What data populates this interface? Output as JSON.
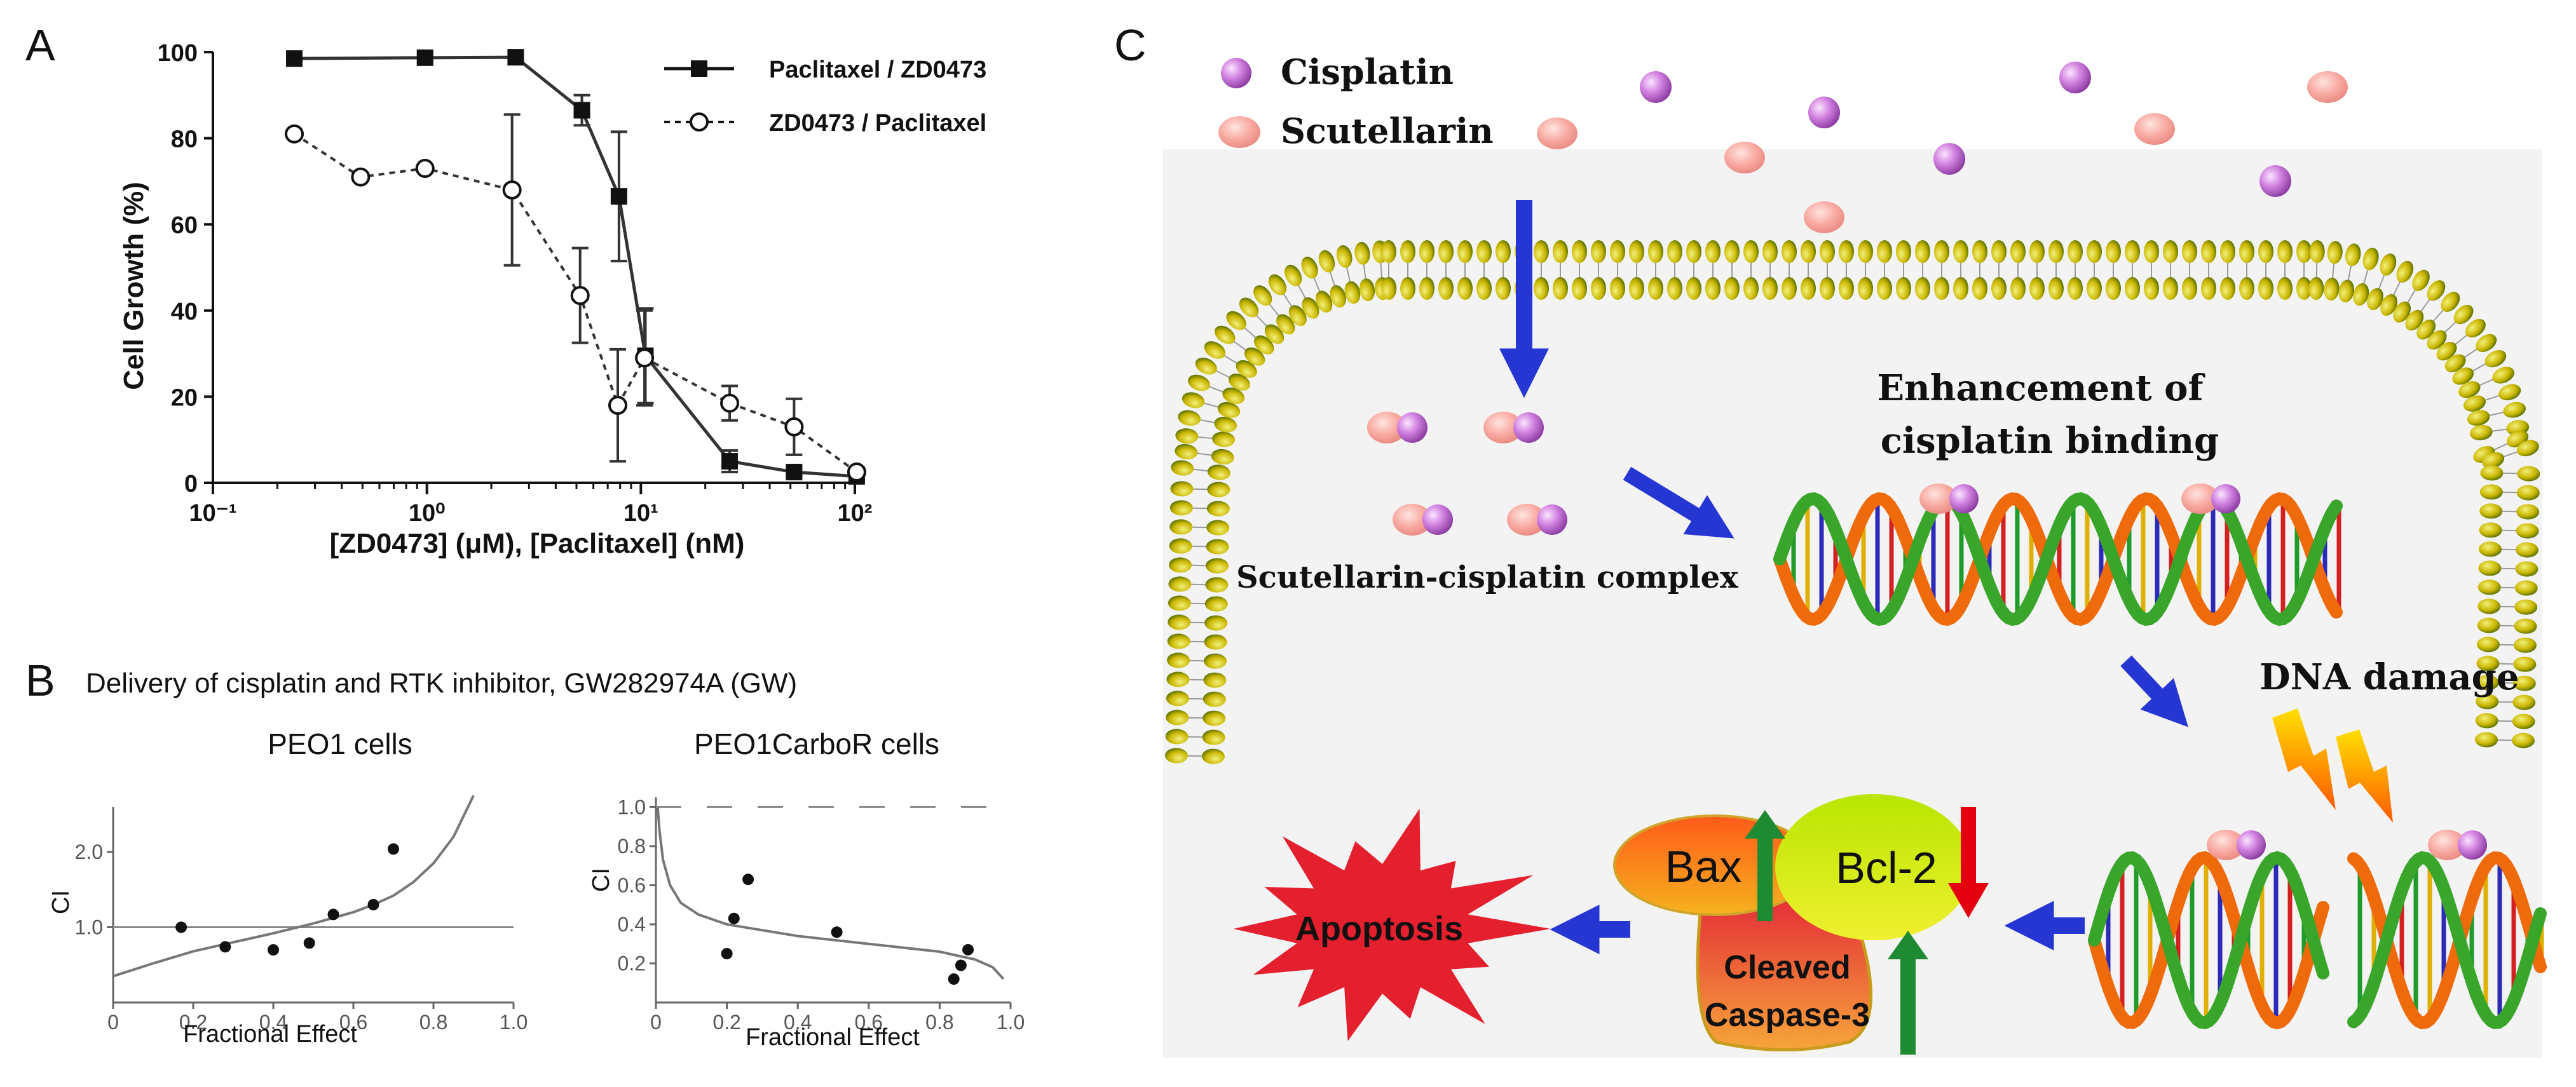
{
  "panels": {
    "a": {
      "letter": "A"
    },
    "b": {
      "letter": "B",
      "heading": "Delivery of cisplatin and RTK inhibitor, GW282974A (GW)"
    },
    "c": {
      "letter": "C"
    }
  },
  "colors": {
    "cisplatin": "#c970d8",
    "scutellarin": "#f7a7a0",
    "arrow": "#2636d2",
    "membrane_head": "#c8b400",
    "membrane_edge": "#2f6b00",
    "bax": "#ef8a10",
    "bcl2": "#cfe400",
    "caspase": "#e0283a",
    "apoptosis": "#e41f2e",
    "up_arrow": "#1e8a32",
    "down_arrow": "#e3000f"
  },
  "chart_data": [
    {
      "type": "line",
      "panel": "A",
      "title": "",
      "xlabel": "[ZD0473] (μM), [Paclitaxel] (nM)",
      "ylabel": "Cell Growth (%)",
      "xscale": "log",
      "xlim": [
        0.1,
        100
      ],
      "ylim": [
        0,
        100
      ],
      "xticks": [
        "10⁻¹",
        "10⁰",
        "10¹",
        "10²"
      ],
      "yticks": [
        "0",
        "20",
        "40",
        "60",
        "80",
        "100"
      ],
      "legend_position": "top-right",
      "series": [
        {
          "name": "Paclitaxel / ZD0473",
          "marker": "filled-square",
          "line": "solid",
          "x": [
            0.24,
            0.98,
            2.6,
            5.3,
            7.9,
            10.5,
            26,
            52,
            102
          ],
          "y": [
            98.5,
            98.7,
            98.8,
            86.5,
            66.5,
            29.5,
            5,
            2.5,
            1.5
          ],
          "err": [
            0,
            0,
            0,
            3.5,
            15,
            11,
            2.5,
            1,
            1
          ]
        },
        {
          "name": "ZD0473 / Paclitaxel",
          "marker": "open-circle",
          "line": "dashed",
          "x": [
            0.24,
            0.49,
            0.98,
            2.5,
            5.2,
            7.8,
            10.4,
            26,
            52,
            102
          ],
          "y": [
            81,
            71,
            73,
            68,
            43.5,
            18,
            29,
            18.5,
            13,
            2.5
          ],
          "err": [
            0,
            0,
            0,
            17.5,
            11,
            13,
            11,
            4,
            6.5,
            1
          ]
        }
      ]
    },
    {
      "type": "scatter",
      "panel": "B-left",
      "title": "PEO1 cells",
      "xlabel": "Fractional Effect",
      "ylabel": "CI",
      "xlim": [
        0,
        1
      ],
      "ylim": [
        0,
        2.6
      ],
      "xticks": [
        "0",
        "0.2",
        "0.4",
        "0.6",
        "0.8",
        "1.0"
      ],
      "yticks": [
        "1.0",
        "2.0"
      ],
      "reference_line": 1.0,
      "points": {
        "x": [
          0.17,
          0.28,
          0.4,
          0.49,
          0.55,
          0.65,
          0.7
        ],
        "y": [
          1.0,
          0.74,
          0.7,
          0.79,
          1.17,
          1.3,
          2.04
        ]
      },
      "fit_curve": {
        "x": [
          0,
          0.1,
          0.2,
          0.3,
          0.4,
          0.5,
          0.6,
          0.65,
          0.7,
          0.75,
          0.8,
          0.85,
          0.9
        ],
        "y": [
          0.35,
          0.52,
          0.68,
          0.8,
          0.92,
          1.05,
          1.2,
          1.3,
          1.42,
          1.6,
          1.85,
          2.2,
          2.75
        ]
      }
    },
    {
      "type": "scatter",
      "panel": "B-right",
      "title": "PEO1CarboR cells",
      "xlabel": "Fractional Effect",
      "ylabel": "CI",
      "xlim": [
        0,
        1
      ],
      "ylim": [
        0,
        1.05
      ],
      "xticks": [
        "0",
        "0.2",
        "0.4",
        "0.6",
        "0.8",
        "1.0"
      ],
      "yticks": [
        "0.2",
        "0.4",
        "0.6",
        "0.8",
        "1.0"
      ],
      "reference_line": 1.0,
      "points": {
        "x": [
          0.2,
          0.22,
          0.26,
          0.51,
          0.84,
          0.86,
          0.88
        ],
        "y": [
          0.25,
          0.43,
          0.63,
          0.36,
          0.12,
          0.19,
          0.27
        ]
      },
      "fit_curve": {
        "x": [
          0.005,
          0.01,
          0.02,
          0.04,
          0.07,
          0.12,
          0.2,
          0.3,
          0.4,
          0.5,
          0.6,
          0.7,
          0.8,
          0.9,
          0.95,
          0.98
        ],
        "y": [
          1.0,
          0.88,
          0.73,
          0.6,
          0.51,
          0.45,
          0.4,
          0.37,
          0.34,
          0.32,
          0.3,
          0.28,
          0.26,
          0.22,
          0.18,
          0.12
        ]
      }
    }
  ],
  "diagram": {
    "legend_cisplatin": "Cisplatin",
    "legend_scutellarin": "Scutellarin",
    "enhancement_line1": "Enhancement of",
    "enhancement_line2": "cisplatin binding",
    "complex_label": "Scutellarin-cisplatin complex",
    "dna_damage": "DNA damage",
    "bax": "Bax",
    "bcl2": "Bcl-2",
    "cleaved": "Cleaved",
    "caspase3": "Caspase-3",
    "apoptosis": "Apoptosis"
  }
}
